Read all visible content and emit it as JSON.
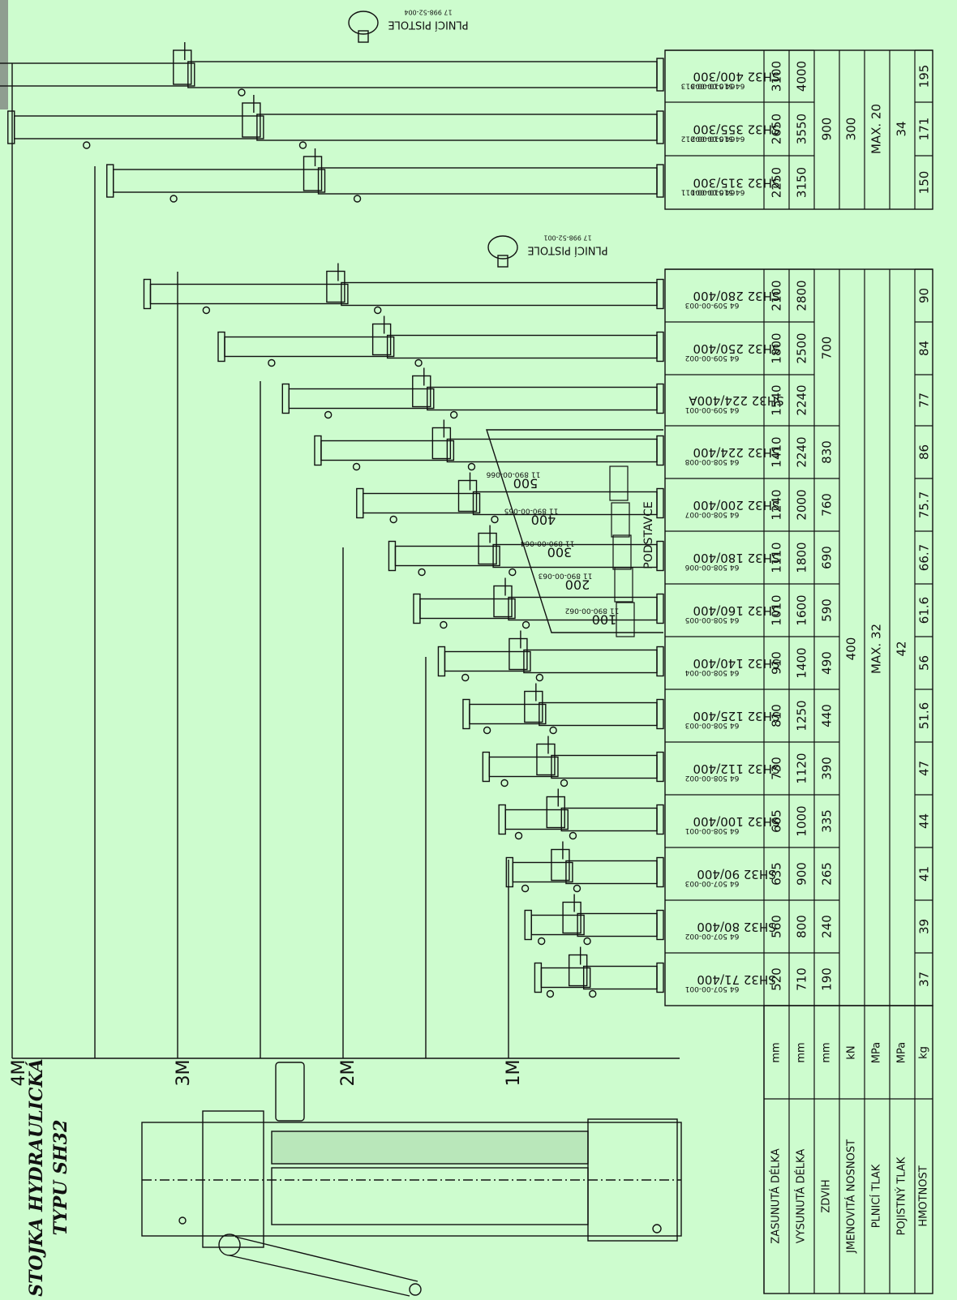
{
  "title": {
    "line1": "STOJKA HYDRAULICKÁ",
    "line2": "TYPU SH32"
  },
  "scale_marks": [
    "4M",
    "3M",
    "2M",
    "1M"
  ],
  "colors": {
    "background": "#cdfcce",
    "line": "#111111"
  },
  "row_labels": [
    {
      "label": "ZASUNUTÁ DÉLKA",
      "unit": "mm"
    },
    {
      "label": "VYSUNUTÁ DÉLKA",
      "unit": "mm"
    },
    {
      "label": "ZDVIH",
      "unit": "mm"
    },
    {
      "label": "JMENOVITÁ NOSNOST",
      "unit": "kN"
    },
    {
      "label": "PLNICÍ TLAK",
      "unit": "MPa"
    },
    {
      "label": "POJISTNÝ TLAK",
      "unit": "MPa"
    },
    {
      "label": "HMOTNOST",
      "unit": "kg"
    }
  ],
  "props": [
    {
      "name": "SH32 71/400",
      "code": "64 507-00-001",
      "closed": "520",
      "extended": "710",
      "stroke": "190",
      "mass": "37"
    },
    {
      "name": "SH32 80/400",
      "code": "64 507-00-002",
      "closed": "560",
      "extended": "800",
      "stroke": "240",
      "mass": "39"
    },
    {
      "name": "SH32 90/400",
      "code": "64 507-00-003",
      "closed": "635",
      "extended": "900",
      "stroke": "265",
      "mass": "41"
    },
    {
      "name": "SH32 100/400",
      "code": "64 508-00-001",
      "closed": "665",
      "extended": "1000",
      "stroke": "335",
      "mass": "44"
    },
    {
      "name": "SH32 112/400",
      "code": "64 508-00-002",
      "closed": "730",
      "extended": "1120",
      "stroke": "390",
      "mass": "47"
    },
    {
      "name": "SH32 125/400",
      "code": "64 508-00-003",
      "closed": "810",
      "extended": "1250",
      "stroke": "440",
      "mass": "51.6"
    },
    {
      "name": "SH32 140/400",
      "code": "64 508-00-004",
      "closed": "910",
      "extended": "1400",
      "stroke": "490",
      "mass": "56"
    },
    {
      "name": "SH32 160/400",
      "code": "64 508-00-005",
      "closed": "1010",
      "extended": "1600",
      "stroke": "590",
      "mass": "61.6"
    },
    {
      "name": "SH32 180/400",
      "code": "64 508-00-006",
      "closed": "1110",
      "extended": "1800",
      "stroke": "690",
      "mass": "66.7"
    },
    {
      "name": "SH32 200/400",
      "code": "64 508-00-007",
      "closed": "1240",
      "extended": "2000",
      "stroke": "760",
      "mass": "75.7"
    },
    {
      "name": "SH32 224/400",
      "code": "64 508-00-008",
      "closed": "1410",
      "extended": "2240",
      "stroke": "830",
      "mass": "86"
    },
    {
      "name": "SH32 224/400A",
      "code": "64 509-00-001",
      "closed": "1540",
      "extended": "2240",
      "stroke": "",
      "mass": "77"
    },
    {
      "name": "SH32 250/400",
      "code": "64 509-00-002",
      "closed": "1800",
      "extended": "2500",
      "stroke": "",
      "mass": "84"
    },
    {
      "name": "SH32 280/400",
      "code": "64 509-00-003",
      "closed": "2100",
      "extended": "2800",
      "stroke": "",
      "mass": "90"
    },
    {
      "name": "SH32 315/300",
      "code": "64 510-00-001",
      "code2": "64 510-00-011",
      "closed": "2250",
      "extended": "3150",
      "stroke": "",
      "mass": "150"
    },
    {
      "name": "SH32 355/300",
      "code": "64 510-00-002",
      "code2": "64 510-00-012",
      "closed": "2650",
      "extended": "3550",
      "stroke": "",
      "mass": "171"
    },
    {
      "name": "SH32 400/300",
      "code": "64 510-00-003",
      "code2": "64 510-00-013",
      "closed": "3100",
      "extended": "4000",
      "stroke": "",
      "mass": "195"
    }
  ],
  "merged": {
    "stroke_700": "700",
    "stroke_900": "900",
    "capacity_400": "400",
    "capacity_300": "300",
    "fill_pressure_32": "MAX. 32",
    "fill_pressure_20": "MAX. 20",
    "safety_42": "42",
    "safety_34": "34"
  },
  "bases": {
    "label": "PODSTAVCE",
    "items": [
      {
        "size": "100",
        "code": "11 890-00-062"
      },
      {
        "size": "200",
        "code": "11 890-00-063"
      },
      {
        "size": "300",
        "code": "11 890-00-064"
      },
      {
        "size": "400",
        "code": "11 890-00-065"
      },
      {
        "size": "500",
        "code": "11 890-00-066"
      }
    ]
  },
  "guns": [
    {
      "label": "PLNICÍ PISTOLE",
      "code": "17 998-52-001"
    },
    {
      "label": "PLNICÍ PISTOLE",
      "code": "17 998-52-004"
    }
  ]
}
